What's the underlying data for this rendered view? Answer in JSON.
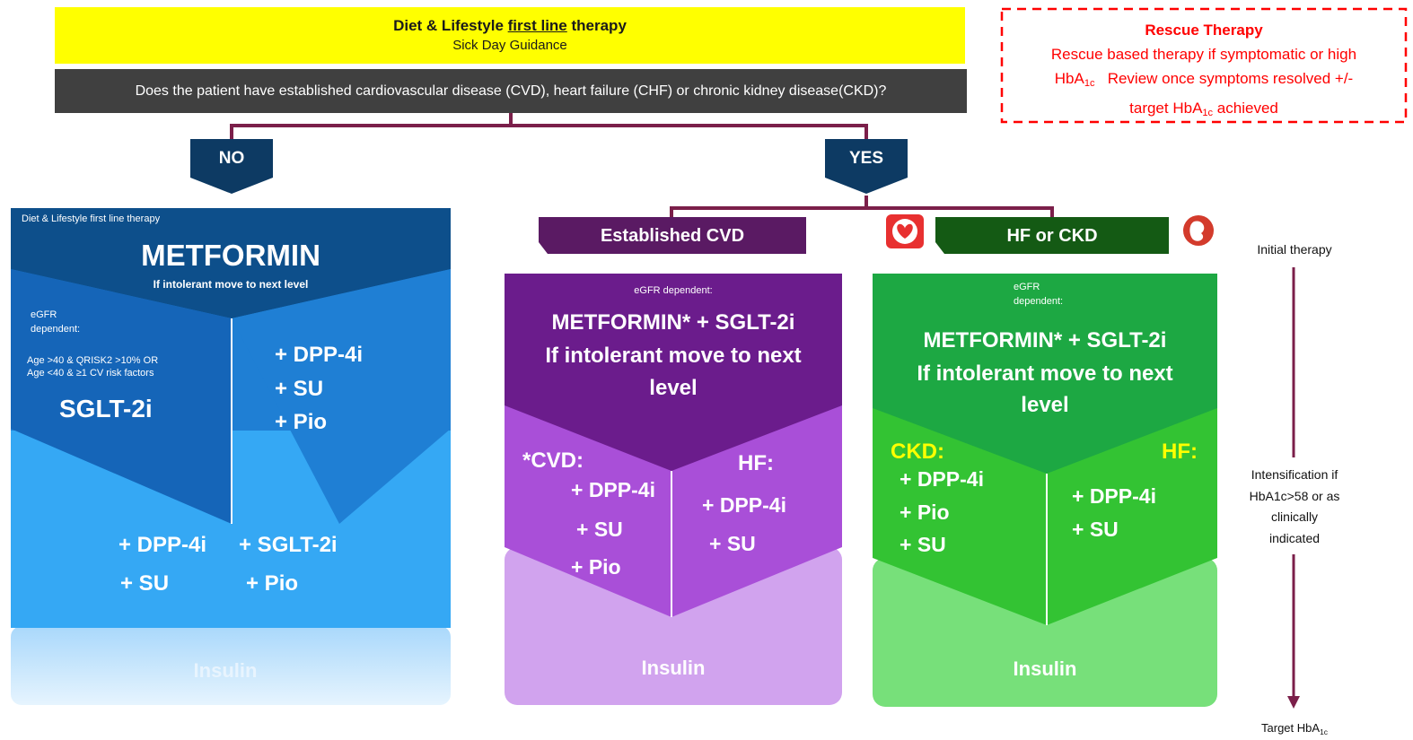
{
  "header": {
    "title_prefix": "Diet & Lifestyle ",
    "title_underlined": "first line",
    "title_suffix": " therapy",
    "subtitle": "Sick Day Guidance",
    "question": "Does the patient have established cardiovascular disease (CVD), heart failure (CHF) or chronic kidney disease(CKD)?"
  },
  "rescue": {
    "title": "Rescue Therapy",
    "line1": "Rescue based therapy if symptomatic or high",
    "line2_a": "HbA",
    "line2_sub": "1c",
    "line2_b": "Review once symptoms resolved +/-",
    "line3_a": "target HbA",
    "line3_sub": "1c",
    "line3_b": " achieved"
  },
  "no_branch": {
    "label": "NO",
    "top_small": "Diet & Lifestyle first line therapy",
    "drug": "METFORMIN",
    "intolerant": "If intolerant move to next level",
    "egfr_1": "eGFR",
    "egfr_2": "dependent:",
    "age_1": "Age >40 & QRISK2 >10%  OR",
    "age_2": "Age <40 & ≥1 CV risk factors",
    "sglt": "SGLT-2i",
    "right_items": [
      "+ DPP-4i",
      "+ SU",
      "+ Pio"
    ],
    "bottom_left": [
      "+ DPP-4i",
      "+ SU"
    ],
    "bottom_right": [
      "+ SGLT-2i",
      "+ Pio"
    ],
    "insulin": "Insulin"
  },
  "yes_label": "YES",
  "cvd_branch": {
    "header": "Established CVD",
    "egfr": "eGFR dependent:",
    "line1": "METFORMIN*  + SGLT-2i",
    "line2": "If intolerant move to next",
    "line3": "level",
    "left_title": "*CVD:",
    "left_items": [
      "+ DPP-4i",
      "+ SU",
      "+ Pio"
    ],
    "right_title": "HF:",
    "right_items": [
      "+ DPP-4i",
      "+ SU"
    ],
    "insulin": "Insulin"
  },
  "hf_branch": {
    "header": "HF or CKD",
    "egfr_1": "eGFR",
    "egfr_2": "dependent:",
    "line1": "METFORMIN* + SGLT-2i",
    "line2": "If intolerant move to next",
    "line3": "level",
    "left_title": "CKD:",
    "left_items": [
      "+ DPP-4i",
      "+ Pio",
      "+ SU"
    ],
    "right_title": "HF:",
    "right_items": [
      "+ DPP-4i",
      "+ SU"
    ],
    "insulin": "Insulin"
  },
  "side": {
    "initial": "Initial therapy",
    "intens_1": "Intensification if",
    "intens_2": "HbA1c>58 or as",
    "intens_3": "clinically",
    "intens_4": "indicated",
    "target_a": "Target HbA",
    "target_sub": "1c"
  },
  "icons": [
    "heart-icon",
    "kidney-icon"
  ],
  "colors": {
    "banner_yellow": "#ffff00",
    "question_bar": "#404040",
    "maroon": "#7b1f4a",
    "navy": "#0d3a63",
    "rescue_red": "#ff0000",
    "no_top": "#0d4f8b",
    "no_mid": "#1f7fd4",
    "no_light": "#35a8f4",
    "cvd_dark": "#6b1c8c",
    "cvd_mid": "#a94fd8",
    "cvd_light": "#d1a3ee",
    "hf_dark": "#1da843",
    "hf_mid": "#33c333",
    "hf_light": "#77e07a"
  }
}
